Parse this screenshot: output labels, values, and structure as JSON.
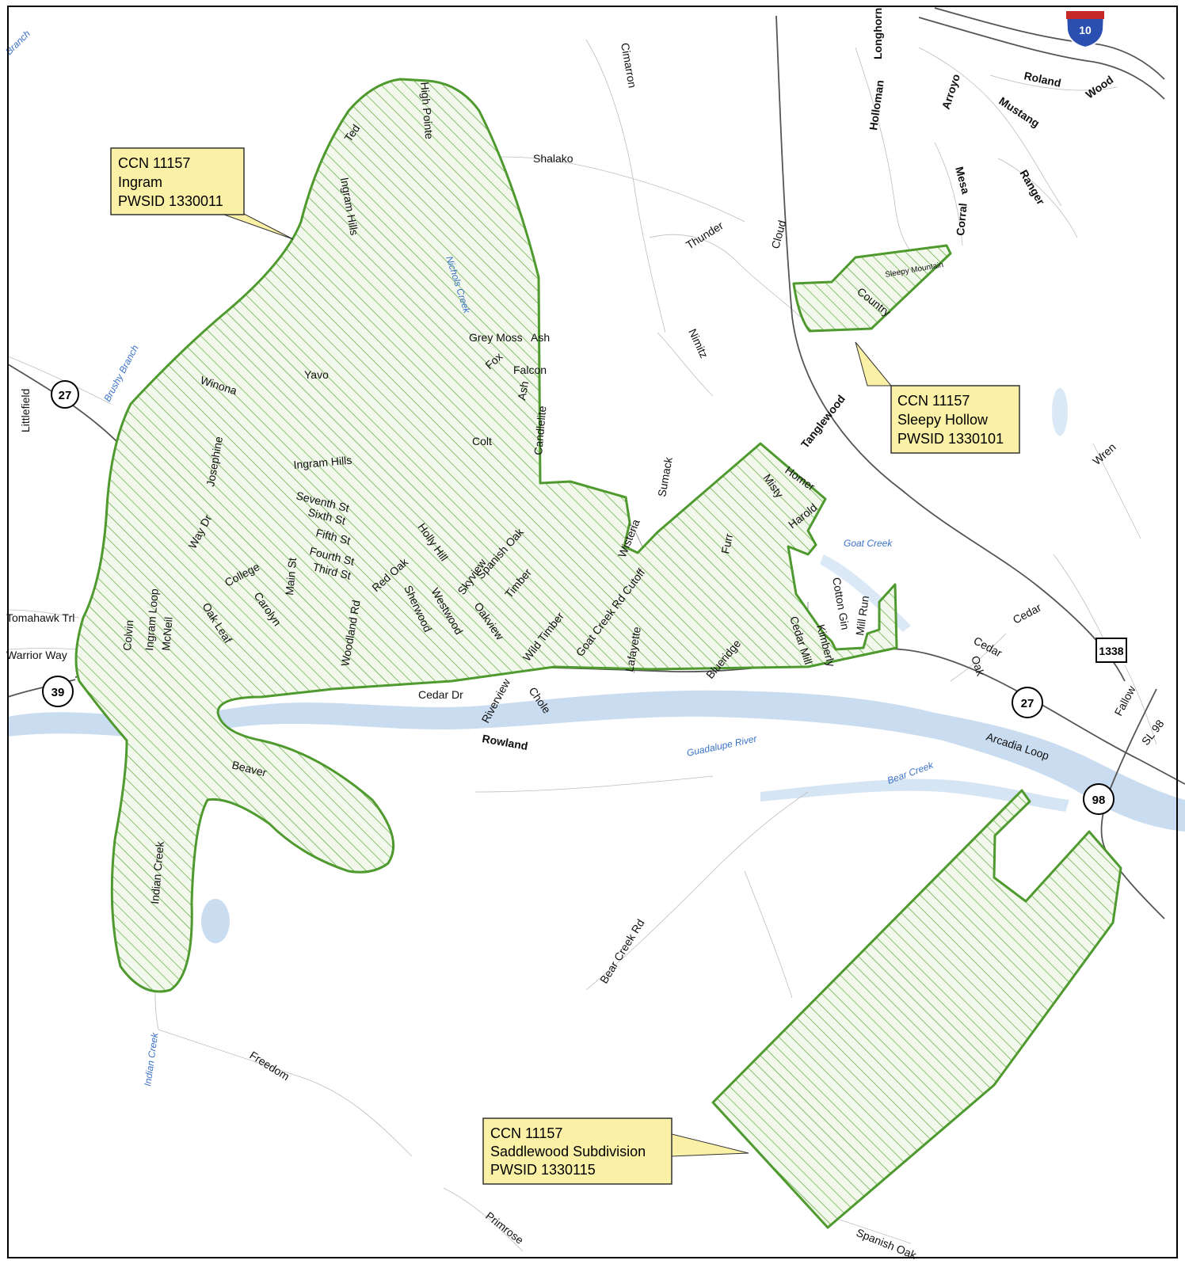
{
  "callouts": {
    "ingram": {
      "line1": "CCN 11157",
      "line2": "Ingram",
      "line3": "PWSID 1330011"
    },
    "sleepy_hollow": {
      "line1": "CCN 11157",
      "line2": "Sleepy Hollow",
      "line3": "PWSID 1330101"
    },
    "saddlewood": {
      "line1": "CCN 11157",
      "line2": "Saddlewood Subdivision",
      "line3": "PWSID 1330115"
    }
  },
  "highways": {
    "i10": "10",
    "h27_west": "27",
    "h39": "39",
    "h27_east": "27",
    "h98": "98",
    "fm1338": "1338"
  },
  "streets": {
    "high_pointe": "High Pointe",
    "ted": "Ted",
    "ingram_hills_n": "Ingram Hills",
    "shalako": "Shalako",
    "cimarron": "Cimarron",
    "longhorn": "Longhorn",
    "holloman": "Holloman",
    "arroyo": "Arroyo",
    "roland": "Roland",
    "wood": "Wood",
    "mustang": "Mustang",
    "mesa": "Mesa",
    "corral": "Corral",
    "ranger": "Ranger",
    "thunder": "Thunder",
    "cloud": "Cloud",
    "sleepy_mountain": "Sleepy Mountain",
    "country": "Country",
    "nimitz": "Nimitz",
    "grey_moss": "Grey Moss",
    "ash_top": "Ash",
    "fox": "Fox",
    "falcon": "Falcon",
    "ash": "Ash",
    "candlelite": "Candlelite",
    "colt": "Colt",
    "yavo": "Yavo",
    "winona": "Winona",
    "josephine": "Josephine",
    "ingram_hills": "Ingram Hills",
    "seventh": "Seventh St",
    "sixth": "Sixth St",
    "fifth": "Fifth St",
    "fourth": "Fourth St",
    "third": "Third St",
    "way_dr": "Way Dr",
    "college": "College",
    "main_st": "Main St",
    "holly_hill": "Holly Hill",
    "spanish_oak_n": "Spanish Oak",
    "skyview": "Skyview",
    "timber": "Timber",
    "red_oak": "Red Oak",
    "sherwood": "Sherwood",
    "westwood": "Westwood",
    "oakview": "Oakview",
    "woodland_rd": "Woodland Rd",
    "carolyn": "Carolyn",
    "oak_leaf": "Oak Leaf",
    "colvin": "Colvin",
    "ingram_loop": "Ingram Loop",
    "mcneil": "McNeil",
    "tomahawk": "Tomahawk Trl",
    "warrior_way": "Warrior Way",
    "littlefield": "Littlefield",
    "wild_timber": "Wild Timber",
    "goat_creek_cutoff": "Goat Creek Rd Cutoff",
    "wisteria": "Wisteria",
    "sumack": "Sumack",
    "tanglewood": "Tanglewood",
    "homer": "Homer",
    "misty": "Misty",
    "harold": "Harold",
    "furr": "Furr",
    "lafayette": "Lafayette",
    "blueridge": "Blueridge",
    "cedar_mill": "Cedar Mill",
    "kimberly": "Kimberly",
    "cotton_gin": "Cotton Gin",
    "mill_run": "Mill Run",
    "cedar_1": "Cedar",
    "cedar_2": "Cedar",
    "oak": "Oak",
    "wren": "Wren",
    "fallow": "Fallow",
    "sl98": "SL 98",
    "arcadia_loop": "Arcadia Loop",
    "cedar_dr": "Cedar Dr",
    "riverview": "Riverview",
    "chole": "Chole",
    "rowland": "Rowland",
    "beaver": "Beaver",
    "indian_creek_rd": "Indian Creek",
    "bear_creek_rd": "Bear Creek Rd",
    "freedom": "Freedom",
    "primrose": "Primrose",
    "spanish_oak_s": "Spanish Oak"
  },
  "waterways": {
    "branch": "Branch",
    "brushy_branch": "Brushy Branch",
    "nichols_creek": "Nichols Creek",
    "goat_creek": "Goat Creek",
    "guadalupe": "Guadalupe River",
    "bear_creek": "Bear Creek",
    "indian_creek": "Indian Creek"
  },
  "colors": {
    "service_area_stroke": "#4f9a2e",
    "service_area_hatch": "#5fa83a",
    "callout_fill": "#fbf1a6",
    "water": "#c9dcf0",
    "water_label": "#3b72c8"
  }
}
